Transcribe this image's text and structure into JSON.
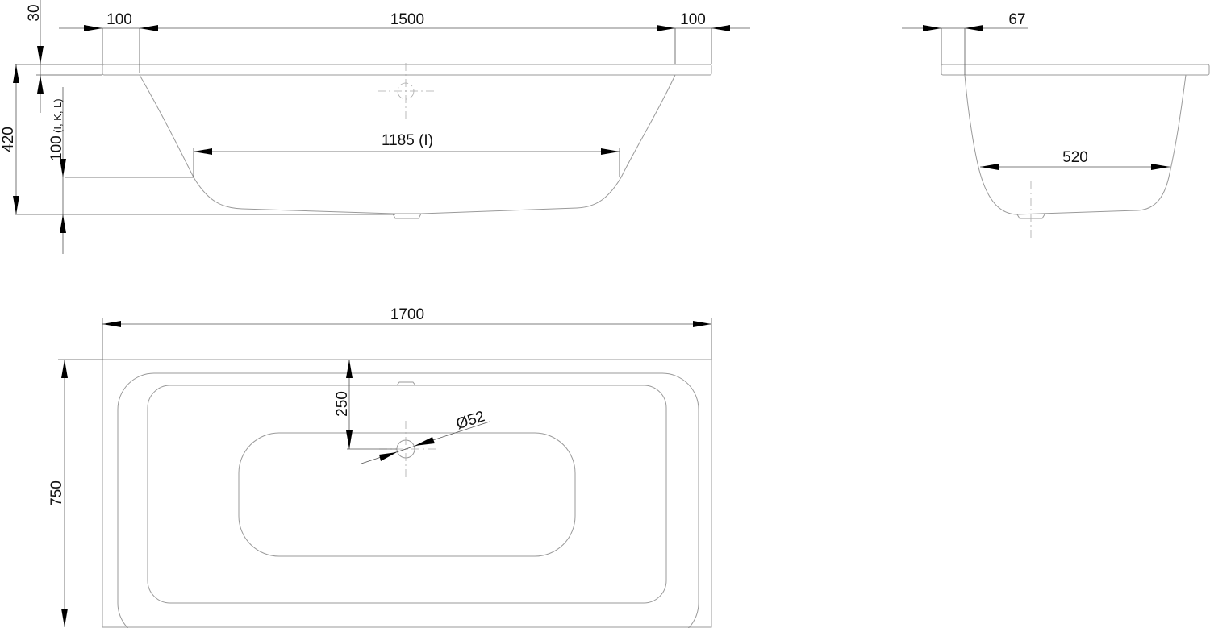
{
  "front_view": {
    "dim_rim_left": "100",
    "dim_inner_length": "1500",
    "dim_rim_right": "100",
    "dim_rim_thickness": "30",
    "dim_height": "420",
    "dim_foot": "100",
    "dim_foot_note": "(I, K, L)",
    "dim_bottom_length": "1185 (I)"
  },
  "side_view": {
    "dim_rim_offset": "67",
    "dim_bottom_width": "520"
  },
  "plan_view": {
    "dim_length": "1700",
    "dim_width": "750",
    "dim_drain_offset": "250",
    "dim_drain_diameter": "Ø52"
  }
}
